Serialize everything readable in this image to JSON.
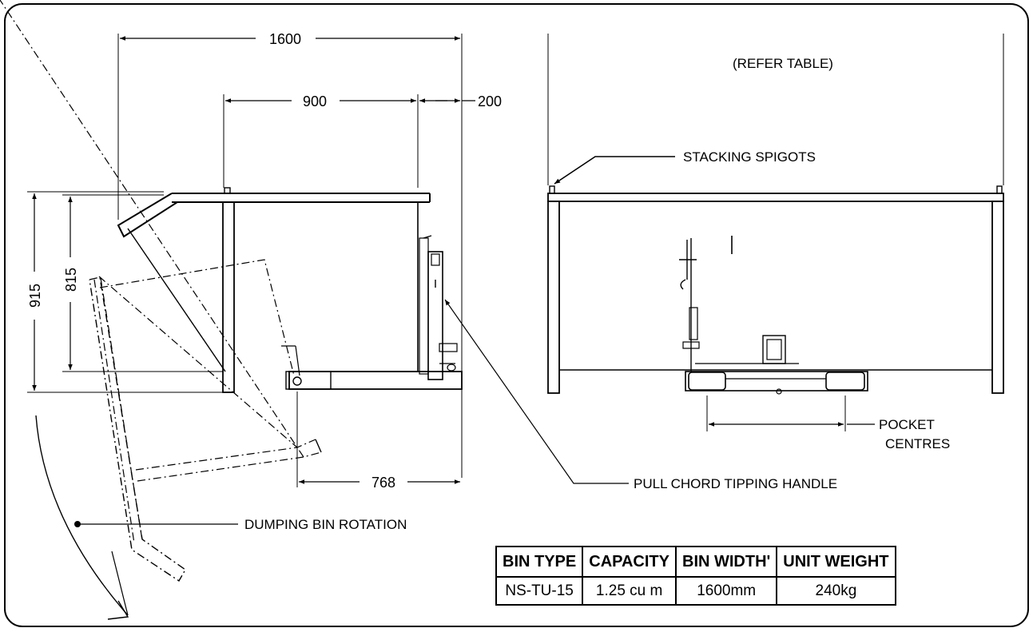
{
  "dimensions": {
    "overall_length": "1600",
    "bin_depth": "900",
    "handle_offset": "200",
    "overall_height": "915",
    "bin_height": "815",
    "pocket_offset": "768"
  },
  "labels": {
    "refer_table": "(REFER TABLE)",
    "stacking_spigots": "STACKING SPIGOTS",
    "pocket_centres_line1": "POCKET",
    "pocket_centres_line2": "CENTRES",
    "pull_chord": "PULL CHORD TIPPING HANDLE",
    "dumping_rotation": "DUMPING BIN ROTATION"
  },
  "spec_table": {
    "headers": [
      "BIN TYPE",
      "CAPACITY",
      "BIN WIDTH'",
      "UNIT WEIGHT"
    ],
    "row": [
      "NS-TU-15",
      "1.25 cu m",
      "1600mm",
      "240kg"
    ]
  }
}
